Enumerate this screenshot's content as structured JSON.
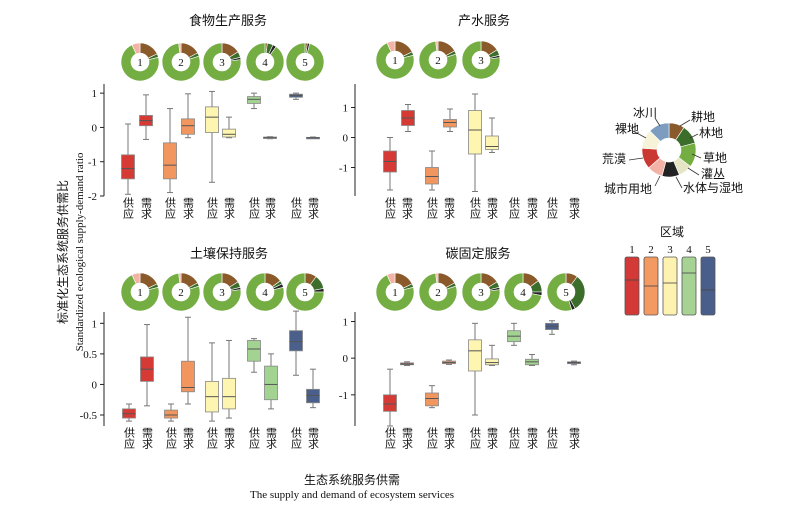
{
  "figure": {
    "y_label_cn": "标准化生态系统服务供需比",
    "y_label_en": "Standardized ecological supply-demand ratio",
    "x_label_cn": "生态系统服务供需",
    "x_label_en": "The supply and demand of ecosystem services",
    "tick_supply": "供应",
    "tick_demand": "需求"
  },
  "colors": {
    "regions": [
      "#d53a35",
      "#f2965f",
      "#fdf5b0",
      "#a3d391",
      "#4a5f8a"
    ],
    "region_box": [
      "#d33a37",
      "#f39a62",
      "#fdf2b0",
      "#a6d394",
      "#4a5e8c"
    ],
    "landuse": {
      "farmland": "#8b5a2b",
      "forest": "#3b6e2a",
      "grassland": "#74ad42",
      "shrub": "#e5e5c5",
      "water_wetland": "#222222",
      "urban": "#f2b3a6",
      "desert": "#cb3a32",
      "bare": "#f6f3d8",
      "glacier": "#7c9cc0"
    },
    "demand_box": "#ffffff"
  },
  "legend_landuse": {
    "labels": [
      "冰川",
      "耕地",
      "林地",
      "裸地",
      "草地",
      "荒漠",
      "灌丛",
      "城市用地",
      "水体与湿地"
    ]
  },
  "legend_region": {
    "title": "区域",
    "labels": [
      "1",
      "2",
      "3",
      "4",
      "5"
    ]
  },
  "chart_data": [
    {
      "type": "box",
      "title": "食物生产服务",
      "ylim": [
        -2,
        1.15
      ],
      "yticks": [
        1,
        0,
        -1,
        -2
      ],
      "ytick_labels": [
        "1",
        "0",
        "-1",
        "-2"
      ],
      "regions": [
        1,
        2,
        3,
        4,
        5
      ],
      "pies": [
        {
          "region": 1,
          "farmland": 0.18,
          "forest": 0.03,
          "grassland": 0.72,
          "urban": 0.07
        },
        {
          "region": 2,
          "farmland": 0.17,
          "forest": 0.03,
          "grassland": 0.78,
          "urban": 0.02
        },
        {
          "region": 3,
          "farmland": 0.16,
          "forest": 0.05,
          "grassland": 0.77,
          "water_wetland": 0.02
        },
        {
          "region": 4,
          "farmland": 0.02,
          "forest": 0.05,
          "grassland": 0.9,
          "water_wetland": 0.03
        },
        {
          "region": 5,
          "farmland": 0.02,
          "water_wetland": 0.02,
          "grassland": 0.96
        }
      ],
      "boxes": [
        {
          "region": 1,
          "role": "supply",
          "min": -1.95,
          "q1": -1.5,
          "median": -1.2,
          "q3": -0.8,
          "max": 0.1
        },
        {
          "region": 1,
          "role": "demand",
          "min": -0.35,
          "q1": 0.05,
          "median": 0.2,
          "q3": 0.35,
          "max": 0.95
        },
        {
          "region": 2,
          "role": "supply",
          "min": -1.9,
          "q1": -1.5,
          "median": -1.1,
          "q3": -0.45,
          "max": 0.55
        },
        {
          "region": 2,
          "role": "demand",
          "min": -0.3,
          "q1": -0.2,
          "median": 0.05,
          "q3": 0.25,
          "max": 0.98
        },
        {
          "region": 3,
          "role": "supply",
          "min": -1.6,
          "q1": -0.15,
          "median": 0.3,
          "q3": 0.6,
          "max": 1.05
        },
        {
          "region": 3,
          "role": "demand",
          "min": -0.3,
          "q1": -0.28,
          "median": -0.2,
          "q3": -0.05,
          "max": 0.3
        },
        {
          "region": 4,
          "role": "supply",
          "min": 0.55,
          "q1": 0.7,
          "median": 0.82,
          "q3": 0.9,
          "max": 1.0
        },
        {
          "region": 4,
          "role": "demand",
          "min": -0.33,
          "q1": -0.3,
          "median": -0.3,
          "q3": -0.28,
          "max": -0.27
        },
        {
          "region": 5,
          "role": "supply",
          "min": 0.82,
          "q1": 0.88,
          "median": 0.93,
          "q3": 0.97,
          "max": 1.0
        },
        {
          "region": 5,
          "role": "demand",
          "min": -0.32,
          "q1": -0.31,
          "median": -0.3,
          "q3": -0.29,
          "max": -0.28
        }
      ]
    },
    {
      "type": "box",
      "title": "产水服务",
      "ylim": [
        -1.95,
        1.65
      ],
      "yticks": [
        1,
        0,
        -1
      ],
      "ytick_labels": [
        "1",
        "0",
        "-1"
      ],
      "regions": [
        1,
        2,
        3,
        4,
        5
      ],
      "pies": [
        {
          "region": 1,
          "farmland": 0.18,
          "forest": 0.03,
          "grassland": 0.72,
          "urban": 0.07
        },
        {
          "region": 2,
          "farmland": 0.17,
          "forest": 0.03,
          "grassland": 0.78,
          "urban": 0.02
        },
        {
          "region": 3,
          "farmland": 0.16,
          "forest": 0.05,
          "grassland": 0.77,
          "water_wetland": 0.02
        }
      ],
      "boxes": [
        {
          "region": 1,
          "role": "supply",
          "min": -1.75,
          "q1": -1.15,
          "median": -0.8,
          "q3": -0.45,
          "max": 0.0
        },
        {
          "region": 1,
          "role": "demand",
          "min": 0.2,
          "q1": 0.4,
          "median": 0.65,
          "q3": 0.9,
          "max": 1.1
        },
        {
          "region": 2,
          "role": "supply",
          "min": -1.75,
          "q1": -1.55,
          "median": -1.3,
          "q3": -1.0,
          "max": -0.45
        },
        {
          "region": 2,
          "role": "demand",
          "min": 0.2,
          "q1": 0.35,
          "median": 0.5,
          "q3": 0.6,
          "max": 0.95
        },
        {
          "region": 3,
          "role": "supply",
          "min": -1.8,
          "q1": -0.55,
          "median": 0.25,
          "q3": 0.9,
          "max": 1.45
        },
        {
          "region": 3,
          "role": "demand",
          "min": -0.5,
          "q1": -0.4,
          "median": -0.3,
          "q3": 0.05,
          "max": 0.65
        }
      ]
    },
    {
      "type": "box",
      "title": "土壤保持服务",
      "ylim": [
        -0.68,
        1.12
      ],
      "yticks": [
        1,
        0.5,
        0,
        -0.5
      ],
      "ytick_labels": [
        "1",
        "0.5",
        "0",
        "-0.5"
      ],
      "regions": [
        1,
        2,
        3,
        4,
        5
      ],
      "pies": [
        {
          "region": 1,
          "farmland": 0.18,
          "forest": 0.03,
          "grassland": 0.72,
          "urban": 0.07
        },
        {
          "region": 2,
          "farmland": 0.17,
          "forest": 0.03,
          "grassland": 0.78,
          "urban": 0.02
        },
        {
          "region": 3,
          "farmland": 0.16,
          "forest": 0.05,
          "grassland": 0.77,
          "water_wetland": 0.02
        },
        {
          "region": 4,
          "farmland": 0.15,
          "forest": 0.03,
          "grassland": 0.79,
          "water_wetland": 0.03
        },
        {
          "region": 5,
          "farmland": 0.1,
          "forest": 0.12,
          "grassland": 0.75,
          "water_wetland": 0.03
        }
      ],
      "boxes": [
        {
          "region": 1,
          "role": "supply",
          "min": -0.6,
          "q1": -0.55,
          "median": -0.48,
          "q3": -0.4,
          "max": -0.32
        },
        {
          "region": 1,
          "role": "demand",
          "min": -0.35,
          "q1": 0.05,
          "median": 0.25,
          "q3": 0.45,
          "max": 0.98
        },
        {
          "region": 2,
          "role": "supply",
          "min": -0.6,
          "q1": -0.55,
          "median": -0.5,
          "q3": -0.42,
          "max": -0.32
        },
        {
          "region": 2,
          "role": "demand",
          "min": -0.32,
          "q1": -0.12,
          "median": -0.05,
          "q3": 0.38,
          "max": 1.1
        },
        {
          "region": 3,
          "role": "supply",
          "min": -0.6,
          "q1": -0.45,
          "median": -0.2,
          "q3": 0.05,
          "max": 0.68
        },
        {
          "region": 3,
          "role": "demand",
          "min": -0.55,
          "q1": -0.4,
          "median": -0.2,
          "q3": 0.1,
          "max": 0.72
        },
        {
          "region": 4,
          "role": "supply",
          "min": 0.2,
          "q1": 0.38,
          "median": 0.58,
          "q3": 0.72,
          "max": 0.75
        },
        {
          "region": 4,
          "role": "demand",
          "min": -0.4,
          "q1": -0.25,
          "median": 0.0,
          "q3": 0.3,
          "max": 0.5
        },
        {
          "region": 5,
          "role": "supply",
          "min": 0.15,
          "q1": 0.55,
          "median": 0.7,
          "q3": 0.88,
          "max": 1.2
        },
        {
          "region": 5,
          "role": "demand",
          "min": -0.38,
          "q1": -0.3,
          "median": -0.18,
          "q3": -0.08,
          "max": 0.25
        }
      ]
    },
    {
      "type": "box",
      "title": "碳固定服务",
      "ylim": [
        -1.85,
        1.15
      ],
      "yticks": [
        1,
        0,
        -1
      ],
      "ytick_labels": [
        "1",
        "0",
        "-1"
      ],
      "regions": [
        1,
        2,
        3,
        4,
        5
      ],
      "pies": [
        {
          "region": 1,
          "farmland": 0.18,
          "forest": 0.03,
          "grassland": 0.72,
          "urban": 0.07
        },
        {
          "region": 2,
          "farmland": 0.17,
          "forest": 0.03,
          "grassland": 0.78,
          "urban": 0.02
        },
        {
          "region": 3,
          "farmland": 0.16,
          "forest": 0.05,
          "grassland": 0.77,
          "water_wetland": 0.02
        },
        {
          "region": 4,
          "farmland": 0.15,
          "forest": 0.1,
          "grassland": 0.72,
          "water_wetland": 0.03
        },
        {
          "region": 5,
          "farmland": 0.1,
          "forest": 0.32,
          "grassland": 0.55,
          "water_wetland": 0.03
        }
      ],
      "boxes": [
        {
          "region": 1,
          "role": "supply",
          "min": -1.85,
          "q1": -1.45,
          "median": -1.25,
          "q3": -1.0,
          "max": -0.3
        },
        {
          "region": 1,
          "role": "demand",
          "min": -0.2,
          "q1": -0.18,
          "median": -0.16,
          "q3": -0.13,
          "max": -0.1
        },
        {
          "region": 2,
          "role": "supply",
          "min": -1.35,
          "q1": -1.3,
          "median": -1.1,
          "q3": -0.95,
          "max": -0.75
        },
        {
          "region": 2,
          "role": "demand",
          "min": -0.17,
          "q1": -0.15,
          "median": -0.12,
          "q3": -0.08,
          "max": -0.05
        },
        {
          "region": 3,
          "role": "supply",
          "min": -1.55,
          "q1": -0.35,
          "median": 0.2,
          "q3": 0.5,
          "max": 0.95
        },
        {
          "region": 3,
          "role": "demand",
          "min": -0.2,
          "q1": -0.18,
          "median": -0.12,
          "q3": -0.02,
          "max": 0.35
        },
        {
          "region": 4,
          "role": "supply",
          "min": 0.35,
          "q1": 0.45,
          "median": 0.6,
          "q3": 0.75,
          "max": 0.95
        },
        {
          "region": 4,
          "role": "demand",
          "min": -0.2,
          "q1": -0.18,
          "median": -0.1,
          "q3": -0.03,
          "max": 0.1
        },
        {
          "region": 5,
          "role": "supply",
          "min": 0.65,
          "q1": 0.78,
          "median": 0.87,
          "q3": 0.95,
          "max": 1.02
        },
        {
          "region": 5,
          "role": "demand",
          "min": -0.18,
          "q1": -0.15,
          "median": -0.12,
          "q3": -0.1,
          "max": -0.08
        }
      ]
    }
  ]
}
